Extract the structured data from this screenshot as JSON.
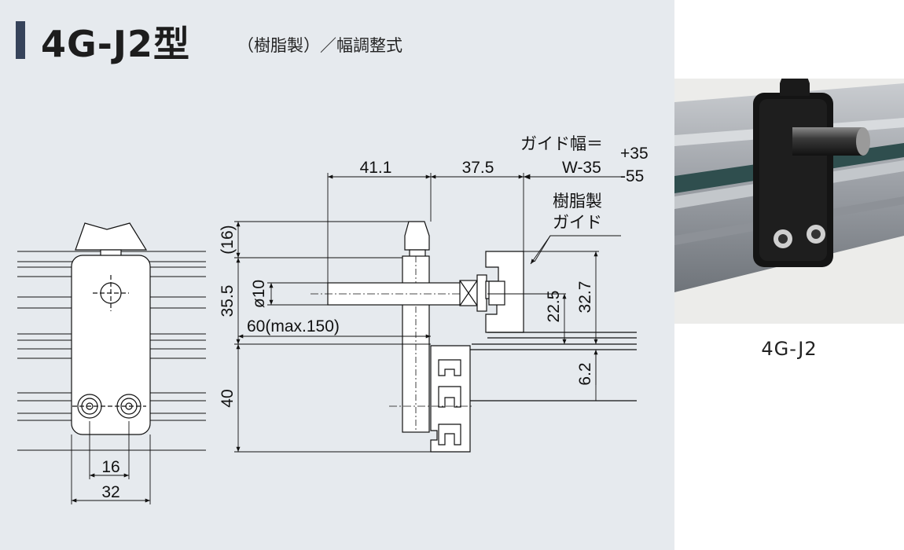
{
  "header": {
    "model": "4G-J2型",
    "subtitle": "（樹脂製）／幅調整式"
  },
  "drawing": {
    "front_view": {
      "dim_hole_pitch": "16",
      "dim_width": "32"
    },
    "side_view": {
      "dim_a": "41.1",
      "dim_b": "37.5",
      "guide_width_label": "ガイド幅＝",
      "guide_width_formula": "W-35",
      "tol_plus": "+35",
      "tol_minus": "-55",
      "guide_note_line1": "樹脂製",
      "guide_note_line2": "ガイド",
      "dim_top": "(16)",
      "dim_height": "35.5",
      "dim_shaft_dia": "ø10",
      "dim_shaft_len": "60(max.150)",
      "dim_22_5": "22.5",
      "dim_32_7": "32.7",
      "dim_6_2": "6.2",
      "dim_40": "40"
    }
  },
  "photo": {
    "caption": "4G-J2"
  },
  "colors": {
    "panel_bg": "#e6eaee",
    "title_bar": "#36435a",
    "line": "#111111"
  }
}
